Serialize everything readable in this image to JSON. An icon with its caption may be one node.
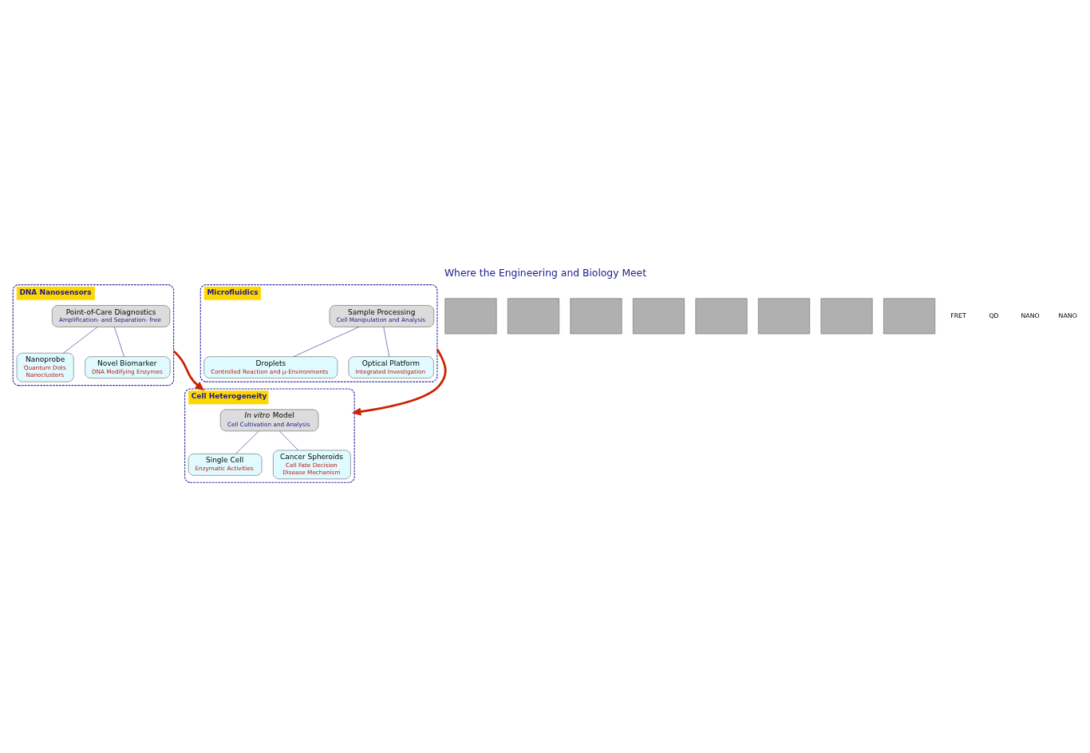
{
  "diagram": {
    "title": "Where the Engineering and Biology Meet",
    "nodes": [
      {
        "text": [
          "DNA Nanosensors"
        ]
      },
      {
        "text": [
          "Point-of-Care Diagnostics",
          "Amplification- and Separation- free"
        ],
        "in": 0
      },
      {
        "text": [
          "Nanoprobe",
          "Quantum Dots",
          "Nanoclusters"
        ],
        "in": 0
      },
      {
        "text": [
          "Novel Biomarker",
          "DNA Modifying Enzymes"
        ],
        "in": 0
      },
      {
        "text": [
          "Microfluidics"
        ]
      },
      {
        "text": [
          "Sample Processing",
          "Cell Manipulation and Analysis"
        ],
        "in": 4
      },
      {
        "text": [
          "Droplets",
          "Controlled Reaction and μ-Environments"
        ],
        "in": 4
      },
      {
        "text": [
          "Optical Platform",
          "Integrated Investigation"
        ],
        "in": 4
      },
      {
        "text": [
          "Cell Heterogeneity"
        ]
      },
      {
        "text": [
          "*In vitro* Model",
          "Cell Cultivation and Analysis"
        ],
        "in": 8
      },
      {
        "text": [
          "Single Cell",
          "Enzymatic Activities"
        ],
        "in": 8
      },
      {
        "text": [
          "Cancer Spheroids",
          "Cell Fate Decision",
          "Disease Mechanism"
        ],
        "in": 8
      },
      {
        "text": [],
        "shape": "box"
      },
      {
        "text": [],
        "shape": "box"
      },
      {
        "text": [],
        "shape": "box"
      },
      {
        "text": [],
        "shape": "box"
      },
      {
        "text": [],
        "shape": "box"
      },
      {
        "text": [],
        "shape": "box"
      },
      {
        "text": [],
        "shape": "box"
      },
      {
        "text": [],
        "shape": "box"
      }
    ],
    "edges": [
      {
        "from": 1,
        "to": 2,
        "arrow": "none"
      },
      {
        "from": 1,
        "to": 3,
        "arrow": "none"
      },
      {
        "from": 5,
        "to": 6,
        "arrow": "none"
      },
      {
        "from": 5,
        "to": 7,
        "arrow": "none"
      },
      {
        "from": 9,
        "to": 10,
        "arrow": "none"
      },
      {
        "from": 9,
        "to": 11,
        "arrow": "none"
      },
      {
        "from": 0,
        "to": 8,
        "arrow": "to",
        "style": "thick",
        "color": "#cc2200"
      },
      {
        "from": 4,
        "to": 8,
        "arrow": "to",
        "style": "thick",
        "color": "#cc2200"
      }
    ],
    "labels": [
      "FRET",
      "QD",
      "NANO",
      "NANO"
    ]
  }
}
